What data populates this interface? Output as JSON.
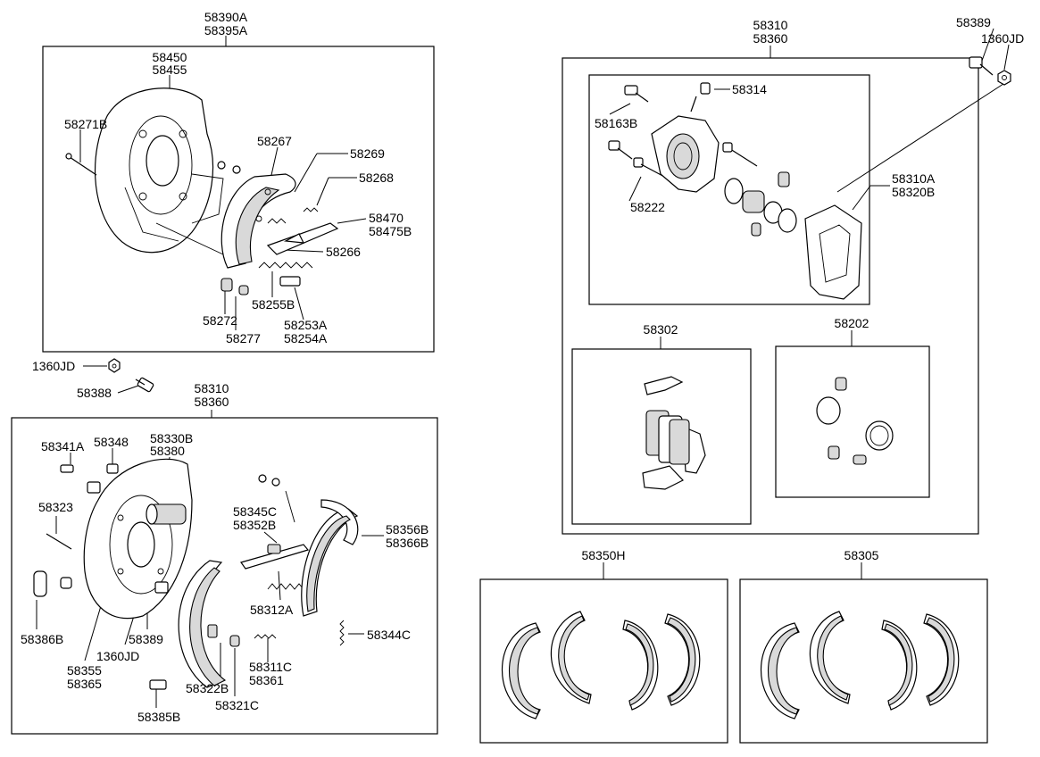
{
  "labels": {
    "l_58390A": "58390A",
    "l_58395A": "58395A",
    "l_58450": "58450",
    "l_58455": "58455",
    "l_58271B": "58271B",
    "l_58267": "58267",
    "l_58269": "58269",
    "l_58268": "58268",
    "l_58470": "58470",
    "l_58475B": "58475B",
    "l_58266": "58266",
    "l_58272": "58272",
    "l_58277": "58277",
    "l_58255B": "58255B",
    "l_58253A": "58253A",
    "l_58254A": "58254A",
    "l_1360JD_a": "1360JD",
    "l_58388": "58388",
    "l_58310_a": "58310",
    "l_58360_a": "58360",
    "l_58341A": "58341A",
    "l_58348": "58348",
    "l_58330B": "58330B",
    "l_58380": "58380",
    "l_58323": "58323",
    "l_58345C": "58345C",
    "l_58352B": "58352B",
    "l_58356B": "58356B",
    "l_58366B": "58366B",
    "l_58312A": "58312A",
    "l_58344C": "58344C",
    "l_58386B": "58386B",
    "l_1360JD_b": "1360JD",
    "l_58389_a": "58389",
    "l_58355": "58355",
    "l_58365": "58365",
    "l_58322B": "58322B",
    "l_58311C": "58311C",
    "l_58361": "58361",
    "l_58321C": "58321C",
    "l_58385B": "58385B",
    "l_58310_b": "58310",
    "l_58360_b": "58360",
    "l_58389_b": "58389",
    "l_1360JD_c": "1360JD",
    "l_58314": "58314",
    "l_58163B": "58163B",
    "l_58222": "58222",
    "l_58310A": "58310A",
    "l_58320B": "58320B",
    "l_58302": "58302",
    "l_58202": "58202",
    "l_58350H": "58350H",
    "l_58305": "58305"
  }
}
